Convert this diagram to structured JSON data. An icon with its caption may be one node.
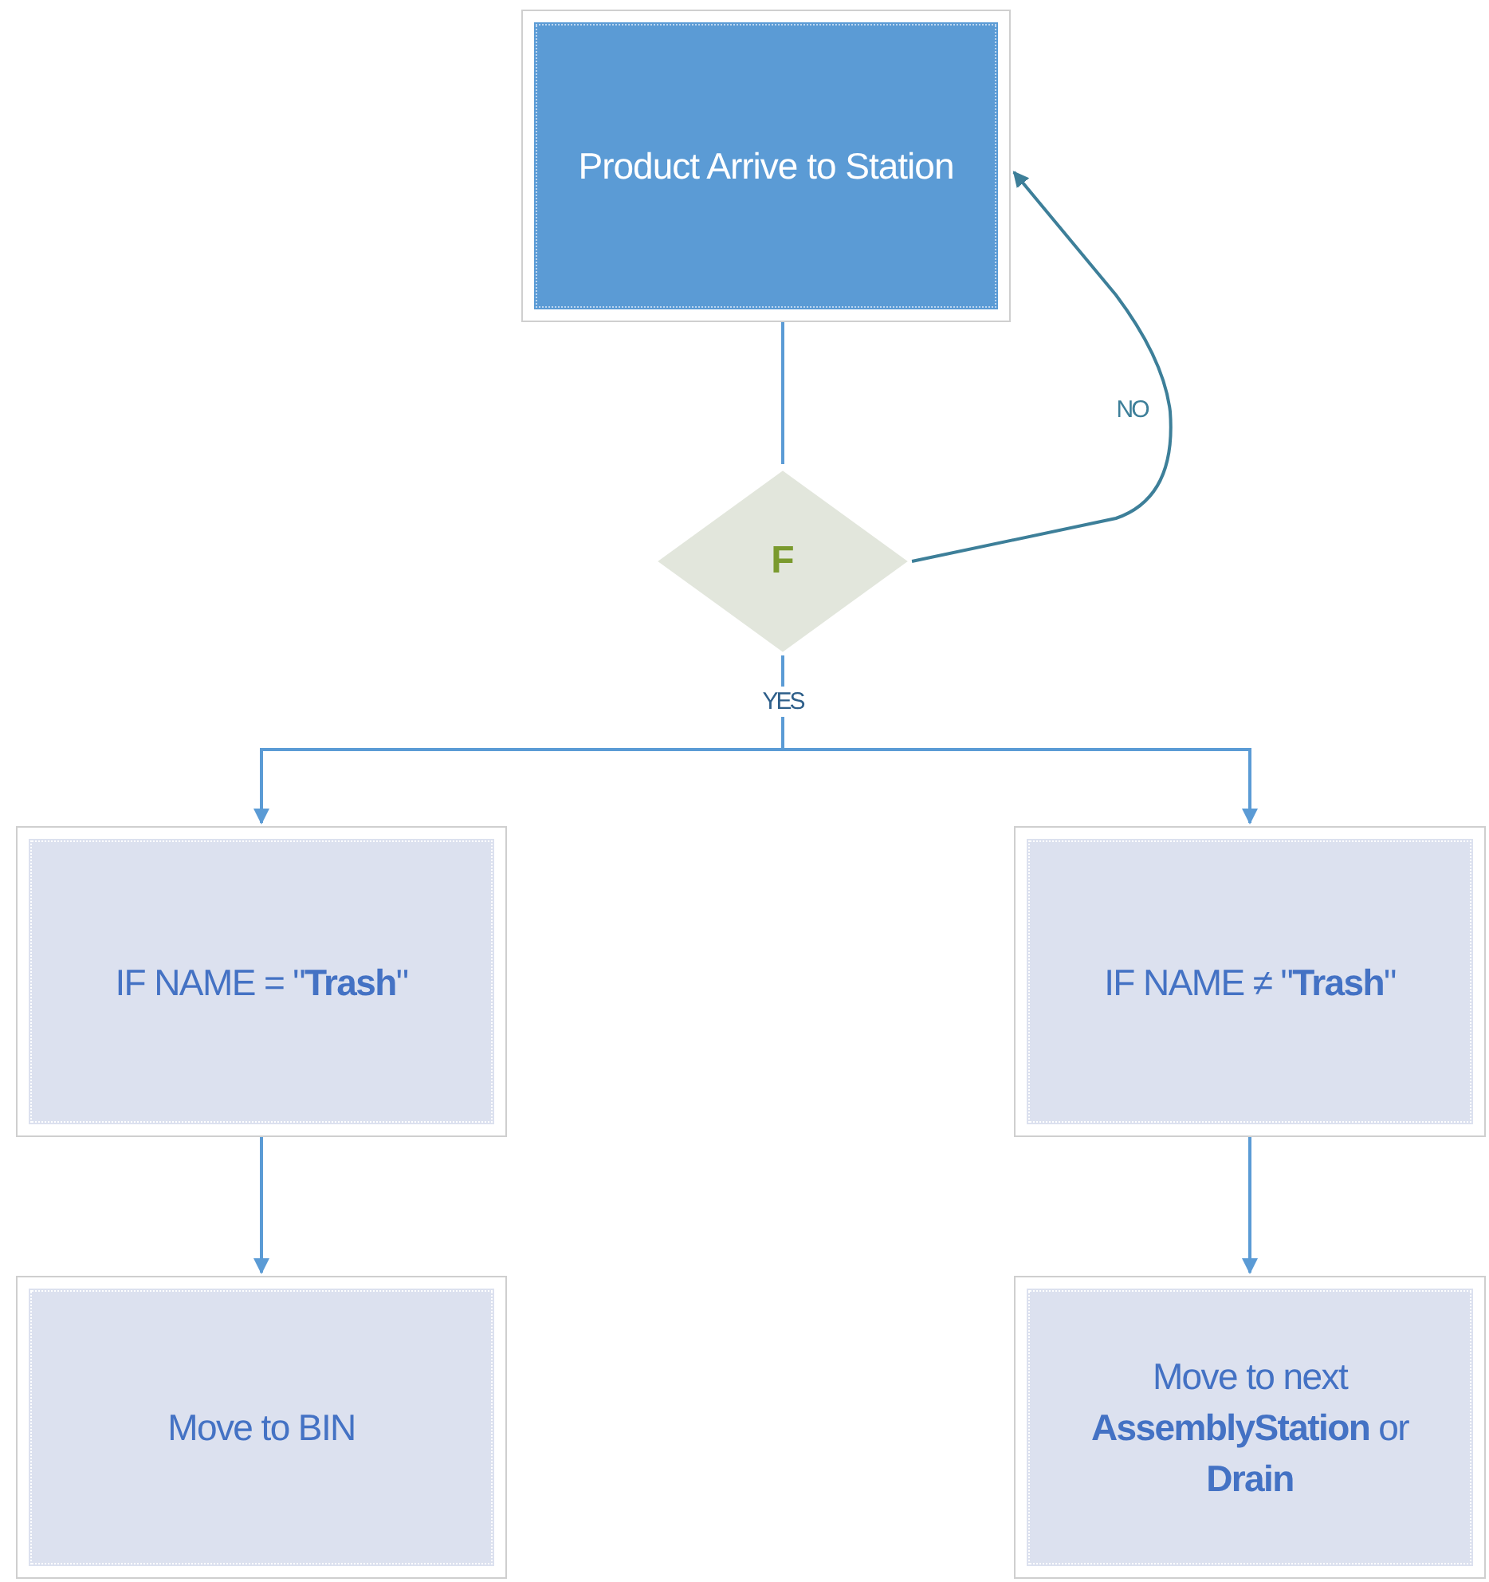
{
  "diagram": {
    "nodes": [
      {
        "text": [
          "Product Arrive to Station"
        ]
      },
      {
        "text": [
          "F"
        ]
      },
      {
        "text": [
          "IF NAME = \"**Trash**\""
        ]
      },
      {
        "text": [
          "IF NAME ≠ \"**Trash**\""
        ]
      },
      {
        "text": [
          "Move to BIN"
        ]
      },
      {
        "text": [
          "Move to next **AssemblyStation** or **Drain**"
        ]
      }
    ],
    "edges": [
      {
        "from": 0,
        "to": 1,
        "arrow": "none"
      },
      {
        "from": 1,
        "to": 0,
        "arrow": "to",
        "label": "NO",
        "color": "#3d7f99"
      },
      {
        "from": 1,
        "to": 2,
        "arrow": "to",
        "label": "YES"
      },
      {
        "from": 1,
        "to": 3,
        "arrow": "to"
      },
      {
        "from": 2,
        "to": 4,
        "arrow": "to"
      },
      {
        "from": 3,
        "to": 5,
        "arrow": "to"
      }
    ]
  }
}
